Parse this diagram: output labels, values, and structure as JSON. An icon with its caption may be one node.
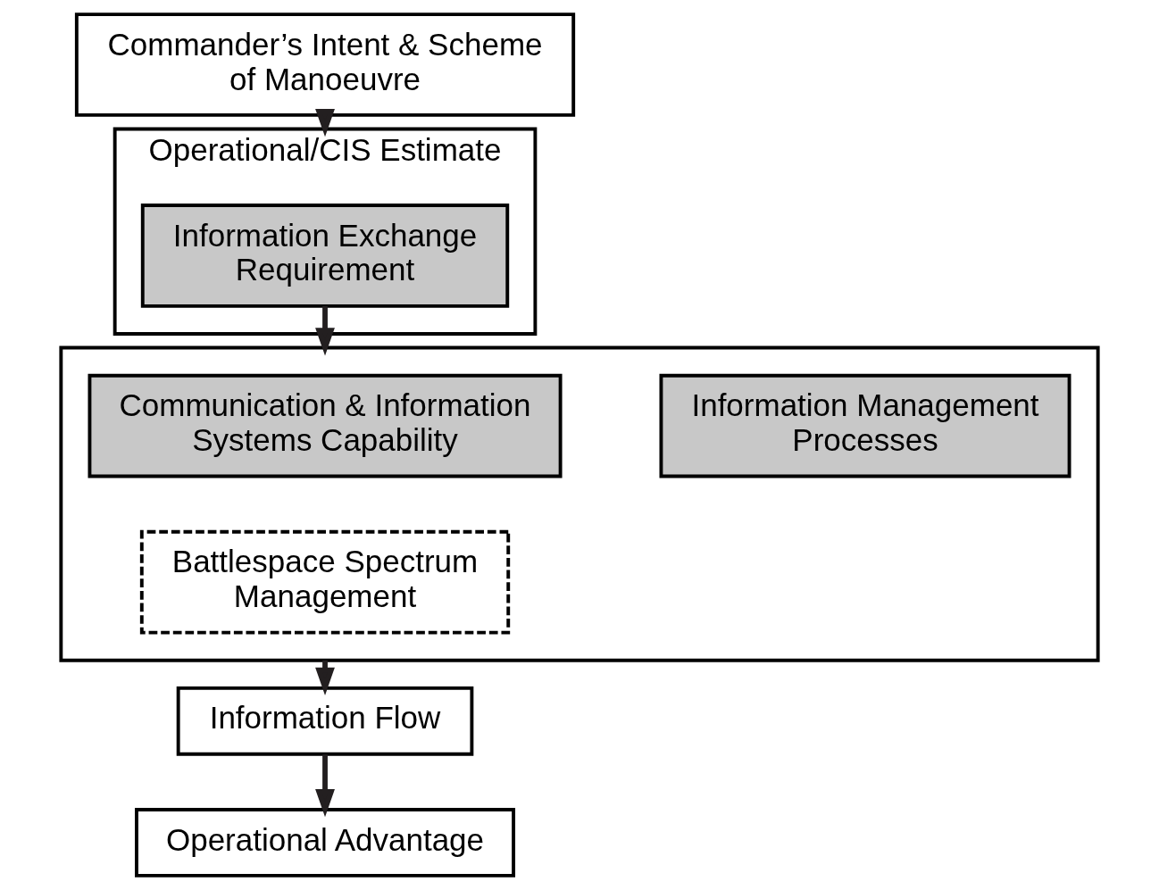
{
  "diagram": {
    "nodes": [
      {
        "text": [
          "Commander’s Intent & Scheme of Manoeuvre"
        ]
      },
      {
        "text": [
          "Operational/CIS Estimate"
        ]
      },
      {
        "text": [
          "Information Exchange Requirement"
        ],
        "in": 1
      },
      {
        "text": [],
        "shape": "box"
      },
      {
        "text": [
          "Communication & Information Systems Capability"
        ],
        "in": 3
      },
      {
        "text": [
          "Information Management Processes"
        ],
        "in": 3
      },
      {
        "text": [
          "Battlespace Spectrum Management"
        ],
        "in": 3
      },
      {
        "text": [
          "Information Flow"
        ]
      },
      {
        "text": [
          "Operational Advantage"
        ]
      }
    ],
    "edges": [
      {
        "from": 0,
        "to": 1,
        "arrow": "to"
      },
      {
        "from": 2,
        "to": 3,
        "arrow": "to"
      },
      {
        "from": 3,
        "to": 7,
        "arrow": "to"
      },
      {
        "from": 7,
        "to": 8,
        "arrow": "to"
      }
    ]
  }
}
